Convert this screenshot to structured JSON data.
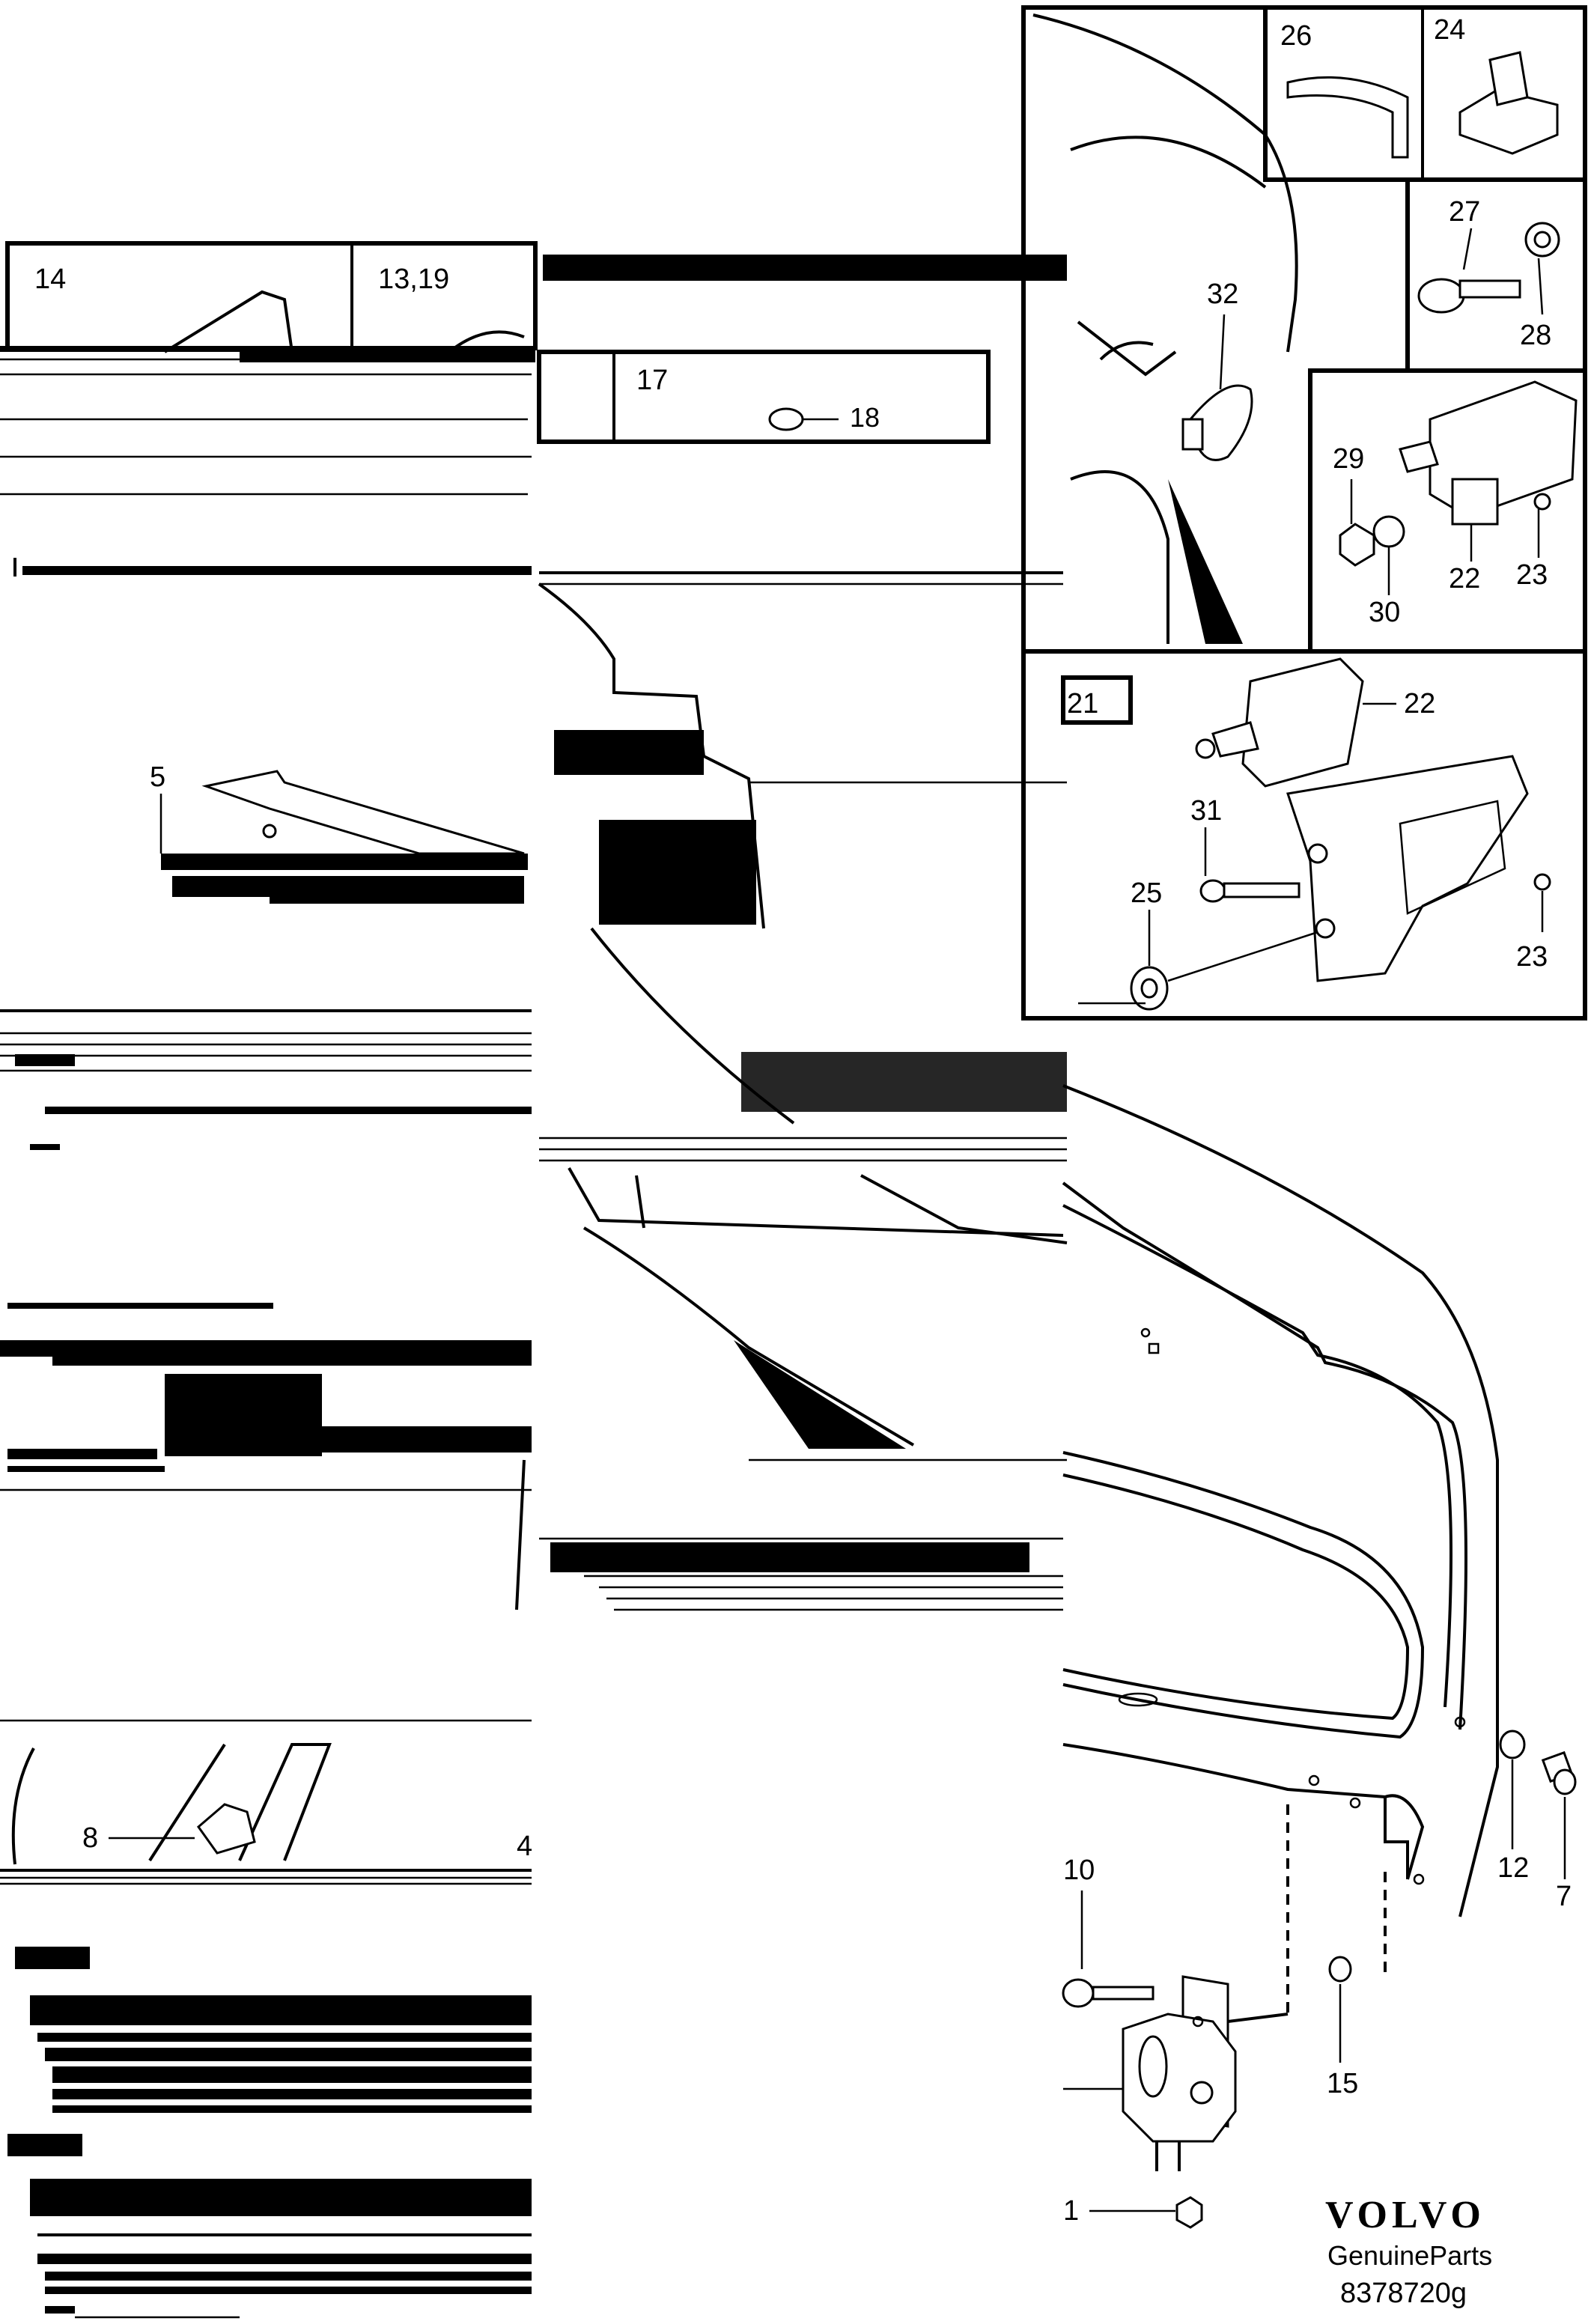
{
  "callouts": {
    "c1": "1",
    "c4": "4",
    "c5": "5",
    "c7": "7",
    "c8": "8",
    "c10": "10",
    "c12": "12",
    "c14": "14",
    "c13_19": "13,19",
    "c15": "15",
    "c17": "17",
    "c18": "18",
    "c21": "21",
    "c22a": "22",
    "c22b": "22",
    "c23a": "23",
    "c23b": "23",
    "c24": "24",
    "c25": "25",
    "c26": "26",
    "c27": "27",
    "c28": "28",
    "c29": "29",
    "c30": "30",
    "c31": "31",
    "c32": "32"
  },
  "brand": {
    "logo": "VOLVO",
    "subtitle": "GenuineParts",
    "code": "8378720g"
  },
  "icons": [
    "parts-diagram",
    "volvo-logo"
  ]
}
